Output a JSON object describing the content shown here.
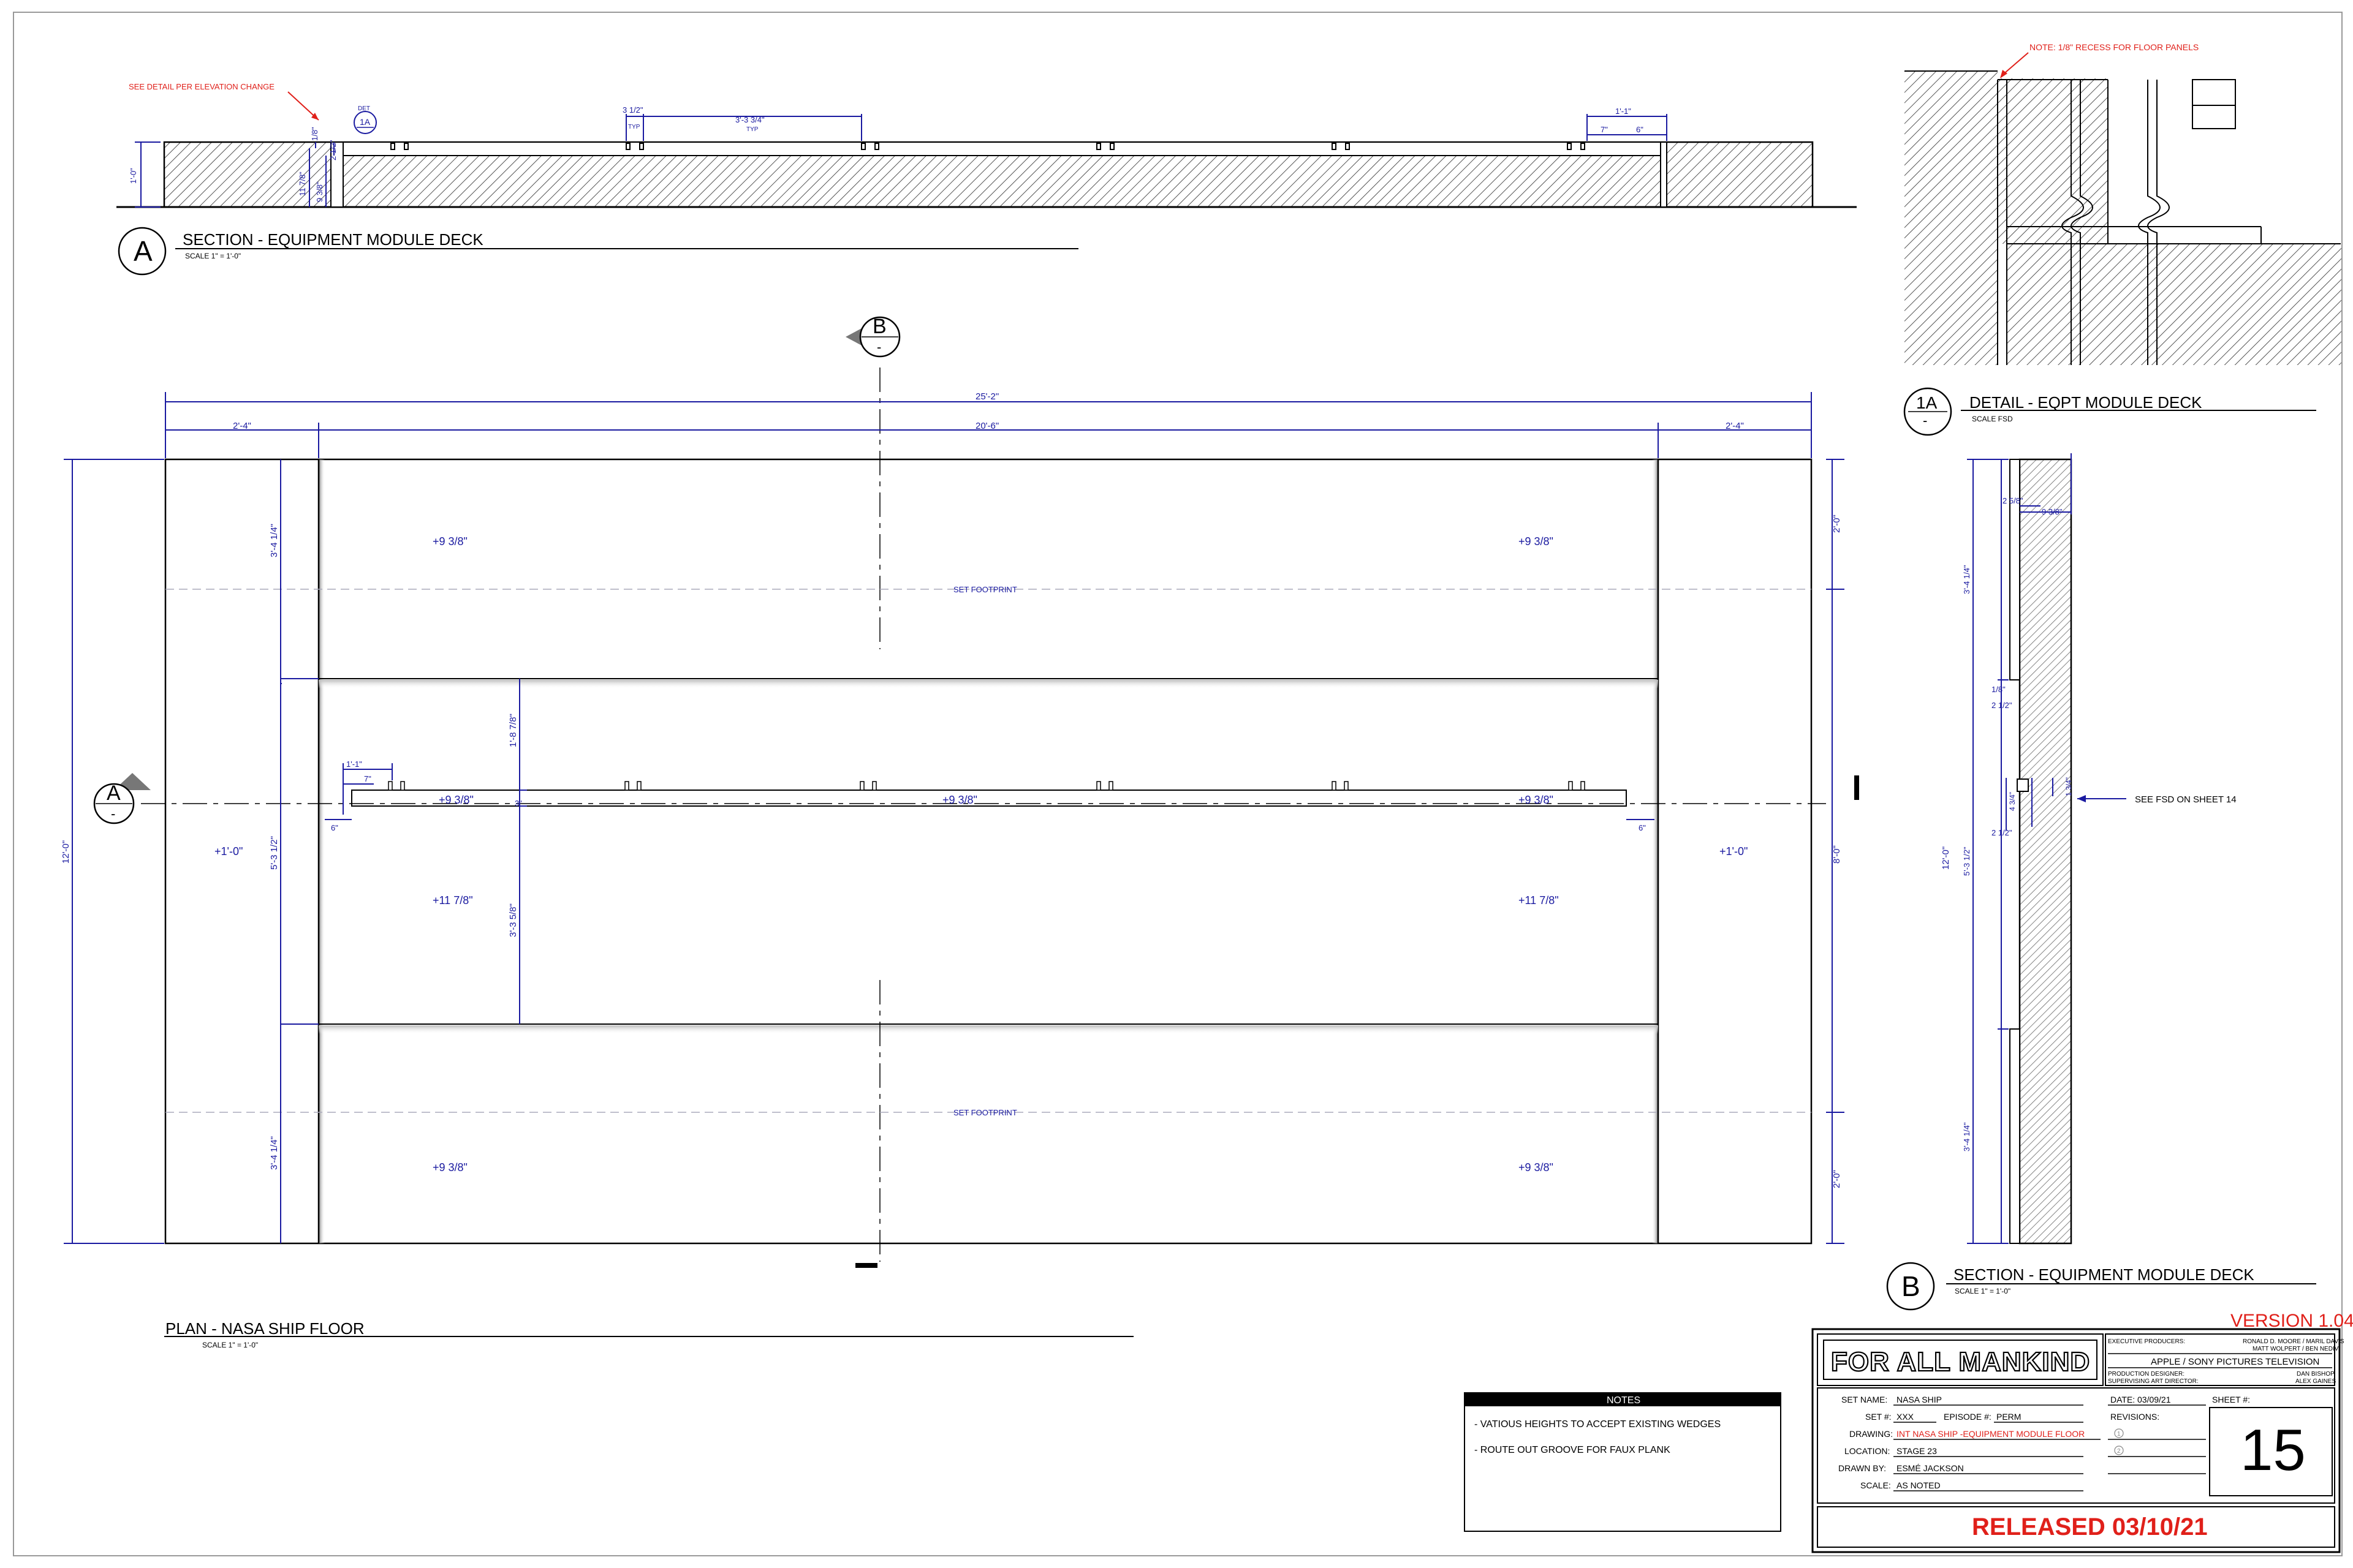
{
  "section_a": {
    "key": "A",
    "title": "SECTION - EQUIPMENT MODULE DECK",
    "scale": "SCALE 1\" = 1'-0\"",
    "note": "SEE DETAIL PER ELEVATION CHANGE",
    "det_label": "DET",
    "det_ref": "1A",
    "dims": {
      "height_left": "1'-0\"",
      "d_11_7_8": "11 7/8\"",
      "d_9_3_8": "9 3/8\"",
      "d_1_8": "1/8\"",
      "d_2_1_2": "2 1/2\"",
      "d_3_1_2": "3 1/2\"",
      "d_3_3_3_4": "3'-3 3/4\"",
      "typ": "TYP",
      "d_1_1": "1'-1\"",
      "d_7": "7\"",
      "d_6": "6\""
    }
  },
  "detail_1a": {
    "key": "1A",
    "title": "DETAIL - EQPT MODULE DECK",
    "scale": "SCALE FSD",
    "note": "NOTE: 1/8\" RECESS FOR FLOOR PANELS"
  },
  "plan": {
    "title": "PLAN - NASA SHIP FLOOR",
    "scale": "SCALE 1\" = 1'-0\"",
    "section_b_key": "B",
    "section_a_key": "A",
    "sub": "-",
    "dims": {
      "overall_width": "25'-2\"",
      "side_left": "2'-4\"",
      "center": "20'-6\"",
      "side_right": "2'-4\"",
      "overall_height": "12'-0\"",
      "d_3_4_1_4": "3'-4 1/4\"",
      "d_5_3_1_2": "5'-3 1/2\"",
      "d_1_8_7_8": "1'-8 7/8\"",
      "d_3_3_5_8": "3'-3 5/8\"",
      "d_3": "3\"",
      "d_1_1": "1'-1\"",
      "d_7": "7\"",
      "d_6": "6\"",
      "right_2_0": "2'-0\"",
      "right_8_0": "8'-0\""
    },
    "elevations": {
      "p938": "+9 3/8\"",
      "p1178": "+11 7/8\"",
      "p10": "+1'-0\""
    },
    "footprint": "SET FOOTPRINT"
  },
  "section_b": {
    "key": "B",
    "title": "SECTION - EQUIPMENT MODULE DECK",
    "scale": "SCALE 1\" = 1'-0\"",
    "note": "SEE FSD ON SHEET 14",
    "dims": {
      "d_2_5_8": "2 5/8\"",
      "d_9_3_8": "9 3/8\"",
      "d_3_4_1_4": "3'-4 1/4\"",
      "d_12_0": "12'-0\"",
      "d_5_3_1_2": "5'-3 1/2\"",
      "d_1_8": "1/8\"",
      "d_2_1_2": "2 1/2\"",
      "d_4_3_4": "4 3/4\"",
      "d_1_3_4": "1 3/4\""
    }
  },
  "notes": {
    "header": "NOTES",
    "items": [
      "- VATIOUS HEIGHTS TO ACCEPT EXISTING WEDGES",
      "- ROUTE OUT GROOVE FOR FAUX PLANK"
    ]
  },
  "title_block": {
    "version": "VERSION 1.04",
    "show": "FOR ALL MANKIND",
    "exec_label": "EXECUTIVE PRODUCERS:",
    "exec_names_1": "RONALD D. MOORE / MARIL DAVIS",
    "exec_names_2": "MATT WOLPERT / BEN NEDIVI",
    "studio": "APPLE  /  SONY PICTURES TELEVISION",
    "pd_label": "PRODUCTION DESIGNER:",
    "pd_name": "DAN BISHOP",
    "sad_label": "SUPERVISING ART DIRECTOR:",
    "sad_name": "ALEX GAINES",
    "set_name_label": "SET NAME:",
    "set_name": "NASA SHIP",
    "set_num_label": "SET #:",
    "set_num": "XXX",
    "episode_label": "EPISODE #:",
    "episode": "PERM",
    "drawing_label": "DRAWING:",
    "drawing": "INT NASA SHIP -EQUIPMENT MODULE FLOOR",
    "location_label": "LOCATION:",
    "location": "STAGE 23",
    "drawn_label": "DRAWN BY:",
    "drawn": "ESMÉ JACKSON",
    "scale_label": "SCALE:",
    "scale": "AS NOTED",
    "date_label": "DATE:",
    "date": "03/09/21",
    "revisions_label": "REVISIONS:",
    "rev1": "1",
    "rev2": "2",
    "sheet_label": "SHEET #:",
    "sheet": "15",
    "released": "RELEASED 03/10/21"
  }
}
